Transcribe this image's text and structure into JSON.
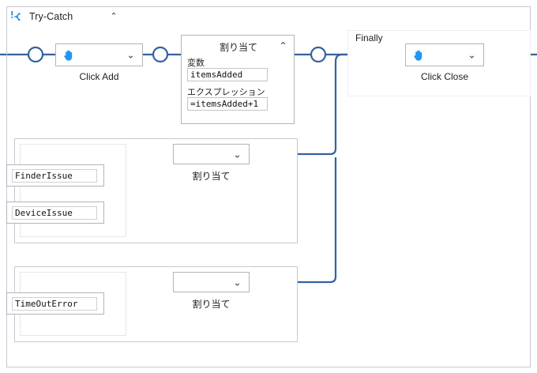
{
  "panel": {
    "title": "Try-Catch",
    "icon": "try-catch-icon",
    "collapse_glyph": "⌃"
  },
  "try_section": {
    "activity": {
      "icon": "hand-click-icon",
      "caption": "Click Add",
      "dropdown_glyph": "⌄"
    },
    "assign": {
      "title": "割り当て",
      "collapse_glyph": "⌃",
      "variable_label": "変数",
      "variable_value": "itemsAdded",
      "expression_label": "エクスプレッション",
      "expression_value": "=itemsAdded+1"
    }
  },
  "finally_section": {
    "label": "Finally",
    "activity": {
      "icon": "hand-click-icon",
      "caption": "Click Close",
      "dropdown_glyph": "⌄"
    }
  },
  "catch_blocks": [
    {
      "exceptions": [
        "FinderIssue",
        "DeviceIssue"
      ],
      "assign": {
        "value": "",
        "caption": "割り当て",
        "dropdown_glyph": "⌄"
      }
    },
    {
      "exceptions": [
        "TimeOutError"
      ],
      "assign": {
        "value": "",
        "caption": "割り当て",
        "dropdown_glyph": "⌄"
      }
    }
  ],
  "colors": {
    "wire": "#33629c",
    "connector_fill": "#ffffff",
    "panel_border": "#c8c8d0",
    "node_border": "#b3b3bb",
    "icon_blue": "#2196f3",
    "accent": "#2b6cb0"
  }
}
